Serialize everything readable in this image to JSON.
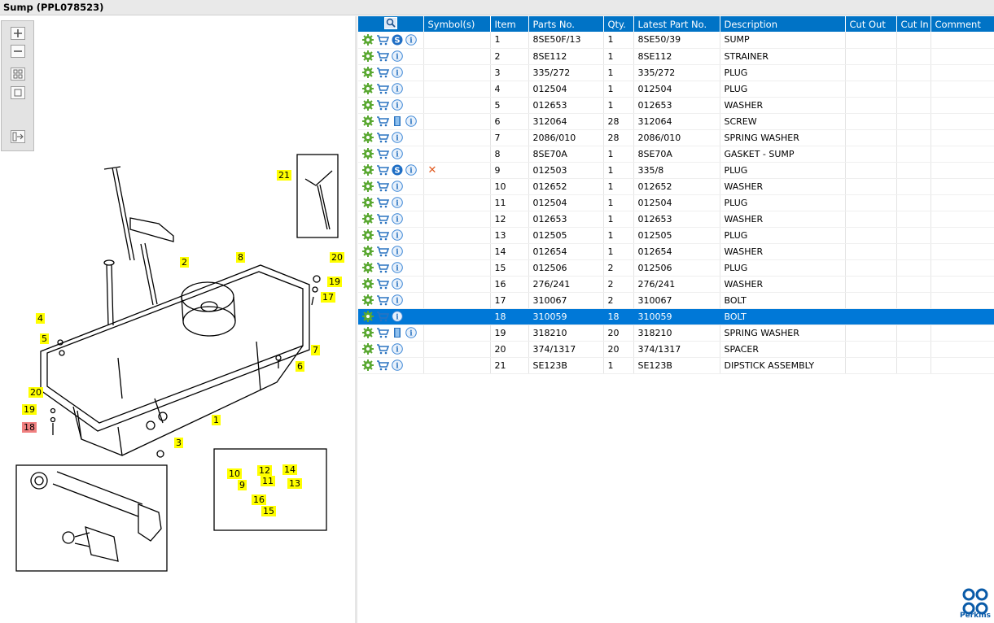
{
  "window": {
    "title": "Sump (PPL078523)"
  },
  "toolbar": {
    "zoom_in": "zoom-in-icon",
    "zoom_out": "zoom-out-icon",
    "fit": "fit-icon",
    "actual": "actual-size-icon",
    "export": "export-icon"
  },
  "diagram": {
    "callouts": [
      "21",
      "2",
      "8",
      "20",
      "19",
      "17",
      "4",
      "5",
      "7",
      "6",
      "20",
      "19",
      "18",
      "1",
      "3",
      "10",
      "12",
      "14",
      "9",
      "11",
      "13",
      "16",
      "15"
    ]
  },
  "grid": {
    "columns": [
      "",
      "Symbol(s)",
      "Item",
      "Parts No.",
      "Qty.",
      "Latest Part No.",
      "Description",
      "Cut Out",
      "Cut In",
      "Comment"
    ],
    "rows": [
      {
        "item": "1",
        "part": "8SE50F/13",
        "qty": "1",
        "latest": "8SE50/39",
        "desc": "SUMP",
        "icons": [
          "gear",
          "cart",
          "s",
          "info"
        ],
        "symbol": ""
      },
      {
        "item": "2",
        "part": "8SE112",
        "qty": "1",
        "latest": "8SE112",
        "desc": "STRAINER",
        "icons": [
          "gear",
          "cart",
          "info"
        ],
        "symbol": ""
      },
      {
        "item": "3",
        "part": "335/272",
        "qty": "1",
        "latest": "335/272",
        "desc": "PLUG",
        "icons": [
          "gear",
          "cart",
          "info"
        ],
        "symbol": ""
      },
      {
        "item": "4",
        "part": "012504",
        "qty": "1",
        "latest": "012504",
        "desc": "PLUG",
        "icons": [
          "gear",
          "cart",
          "info"
        ],
        "symbol": ""
      },
      {
        "item": "5",
        "part": "012653",
        "qty": "1",
        "latest": "012653",
        "desc": "WASHER",
        "icons": [
          "gear",
          "cart",
          "info"
        ],
        "symbol": ""
      },
      {
        "item": "6",
        "part": "312064",
        "qty": "28",
        "latest": "312064",
        "desc": "SCREW",
        "icons": [
          "gear",
          "cart",
          "book",
          "info"
        ],
        "symbol": ""
      },
      {
        "item": "7",
        "part": "2086/010",
        "qty": "28",
        "latest": "2086/010",
        "desc": "SPRING WASHER",
        "icons": [
          "gear",
          "cart",
          "info"
        ],
        "symbol": ""
      },
      {
        "item": "8",
        "part": "8SE70A",
        "qty": "1",
        "latest": "8SE70A",
        "desc": "GASKET - SUMP",
        "icons": [
          "gear",
          "cart",
          "info"
        ],
        "symbol": ""
      },
      {
        "item": "9",
        "part": "012503",
        "qty": "1",
        "latest": "335/8",
        "desc": "PLUG",
        "icons": [
          "gear",
          "cart",
          "s",
          "info"
        ],
        "symbol": "✕"
      },
      {
        "item": "10",
        "part": "012652",
        "qty": "1",
        "latest": "012652",
        "desc": "WASHER",
        "icons": [
          "gear",
          "cart",
          "info"
        ],
        "symbol": ""
      },
      {
        "item": "11",
        "part": "012504",
        "qty": "1",
        "latest": "012504",
        "desc": "PLUG",
        "icons": [
          "gear",
          "cart",
          "info"
        ],
        "symbol": ""
      },
      {
        "item": "12",
        "part": "012653",
        "qty": "1",
        "latest": "012653",
        "desc": "WASHER",
        "icons": [
          "gear",
          "cart",
          "info"
        ],
        "symbol": ""
      },
      {
        "item": "13",
        "part": "012505",
        "qty": "1",
        "latest": "012505",
        "desc": "PLUG",
        "icons": [
          "gear",
          "cart",
          "info"
        ],
        "symbol": ""
      },
      {
        "item": "14",
        "part": "012654",
        "qty": "1",
        "latest": "012654",
        "desc": "WASHER",
        "icons": [
          "gear",
          "cart",
          "info"
        ],
        "symbol": ""
      },
      {
        "item": "15",
        "part": "012506",
        "qty": "2",
        "latest": "012506",
        "desc": "PLUG",
        "icons": [
          "gear",
          "cart",
          "info"
        ],
        "symbol": ""
      },
      {
        "item": "16",
        "part": "276/241",
        "qty": "2",
        "latest": "276/241",
        "desc": "WASHER",
        "icons": [
          "gear",
          "cart",
          "info"
        ],
        "symbol": ""
      },
      {
        "item": "17",
        "part": "310067",
        "qty": "2",
        "latest": "310067",
        "desc": "BOLT",
        "icons": [
          "gear",
          "cart",
          "info"
        ],
        "symbol": ""
      },
      {
        "item": "18",
        "part": "310059",
        "qty": "18",
        "latest": "310059",
        "desc": "BOLT",
        "icons": [
          "gear",
          "cart",
          "info"
        ],
        "symbol": "",
        "selected": true
      },
      {
        "item": "19",
        "part": "318210",
        "qty": "20",
        "latest": "318210",
        "desc": "SPRING WASHER",
        "icons": [
          "gear",
          "cart",
          "book",
          "info"
        ],
        "symbol": ""
      },
      {
        "item": "20",
        "part": "374/1317",
        "qty": "20",
        "latest": "374/1317",
        "desc": "SPACER",
        "icons": [
          "gear",
          "cart",
          "info"
        ],
        "symbol": ""
      },
      {
        "item": "21",
        "part": "SE123B",
        "qty": "1",
        "latest": "SE123B",
        "desc": "DIPSTICK ASSEMBLY",
        "icons": [
          "gear",
          "cart",
          "info"
        ],
        "symbol": ""
      }
    ]
  },
  "branding": {
    "logo_text": "Perkins"
  },
  "colors": {
    "header": "#0073c6",
    "selected": "#0078d7",
    "callout": "#ffff00",
    "callout_selected": "#f08080"
  }
}
